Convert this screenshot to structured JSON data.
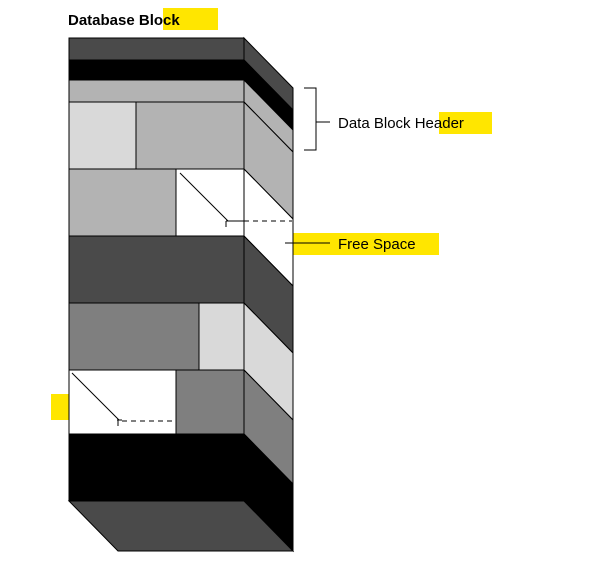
{
  "diagram": {
    "title_plain": "Database ",
    "title_highlight": "Block",
    "header_label_plain": "Data Block ",
    "header_label_highlight": "Head",
    "header_label_tail": "er",
    "free_space_label": "Free Space"
  },
  "colors": {
    "highlight": "#ffe600",
    "black": "#000000",
    "dark_gray": "#4a4a4a",
    "mid_gray": "#7f7f7f",
    "light_gray": "#b3b3b3",
    "pale_gray": "#d9d9d9",
    "white": "#ffffff"
  }
}
